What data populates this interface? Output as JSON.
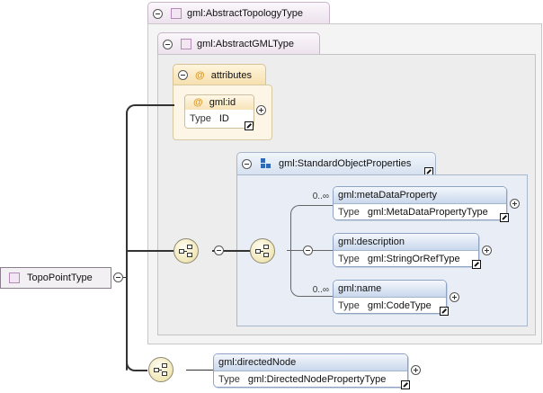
{
  "root": {
    "label": "TopoPointType"
  },
  "types": {
    "topology": {
      "label": "gml:AbstractTopologyType"
    },
    "gml": {
      "label": "gml:AbstractGMLType"
    }
  },
  "attributes": {
    "label": "attributes",
    "id": {
      "name": "gml:id",
      "type_label": "Type",
      "type_value": "ID"
    }
  },
  "group": {
    "label": "gml:StandardObjectProperties"
  },
  "elements": {
    "metaData": {
      "name": "gml:metaDataProperty",
      "type_label": "Type",
      "type_value": "gml:MetaDataPropertyType",
      "cardinality": "0..∞"
    },
    "description": {
      "name": "gml:description",
      "type_label": "Type",
      "type_value": "gml:StringOrRefType"
    },
    "name": {
      "name": "gml:name",
      "type_label": "Type",
      "type_value": "gml:CodeType",
      "cardinality": "0..∞"
    },
    "directedNode": {
      "name": "gml:directedNode",
      "type_label": "Type",
      "type_value": "gml:DirectedNodePropertyType"
    }
  },
  "colors": {
    "type_tab": "#ece1ed",
    "attribute_tab": "#f5dfac",
    "group_tab": "#d6e1f0",
    "element_header": "#c9d7ec",
    "sequence": "#f0e6b6"
  }
}
